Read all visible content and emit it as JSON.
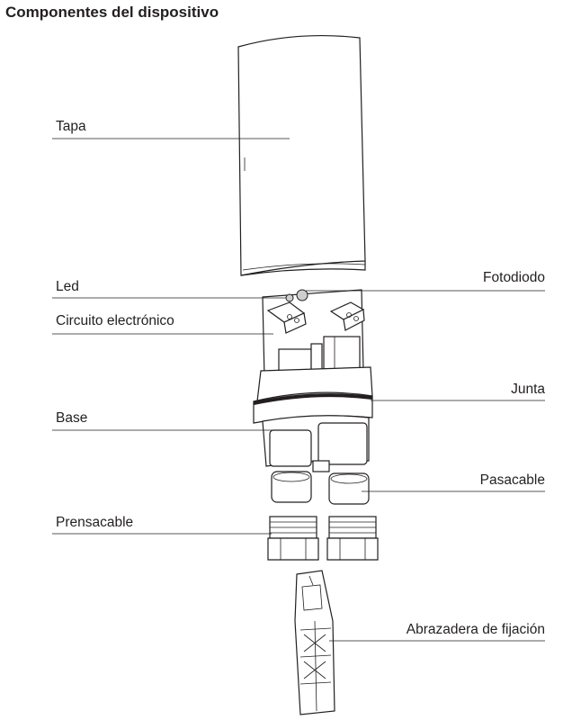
{
  "title": "Componentes del dispositivo",
  "labels": {
    "tapa": "Tapa",
    "led": "Led",
    "fotodiodo": "Fotodiodo",
    "circuito": "Circuito electrónico",
    "junta": "Junta",
    "base": "Base",
    "pasacable": "Pasacable",
    "prensacable": "Prensacable",
    "abrazadera": "Abrazadera de fijación"
  }
}
